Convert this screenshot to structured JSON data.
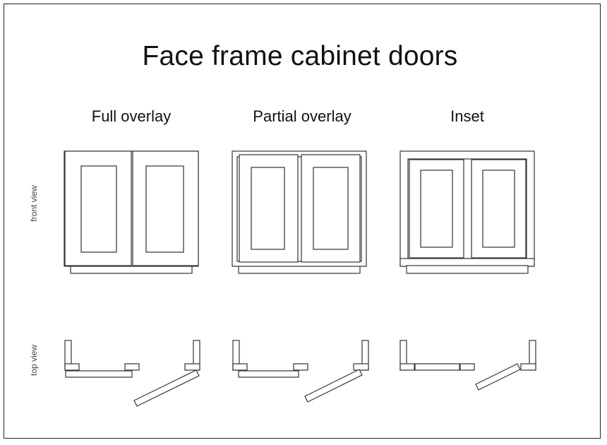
{
  "title": "Face frame cabinet doors",
  "columns": [
    "Full overlay",
    "Partial overlay",
    "Inset"
  ],
  "rows": [
    "front view",
    "top view"
  ]
}
